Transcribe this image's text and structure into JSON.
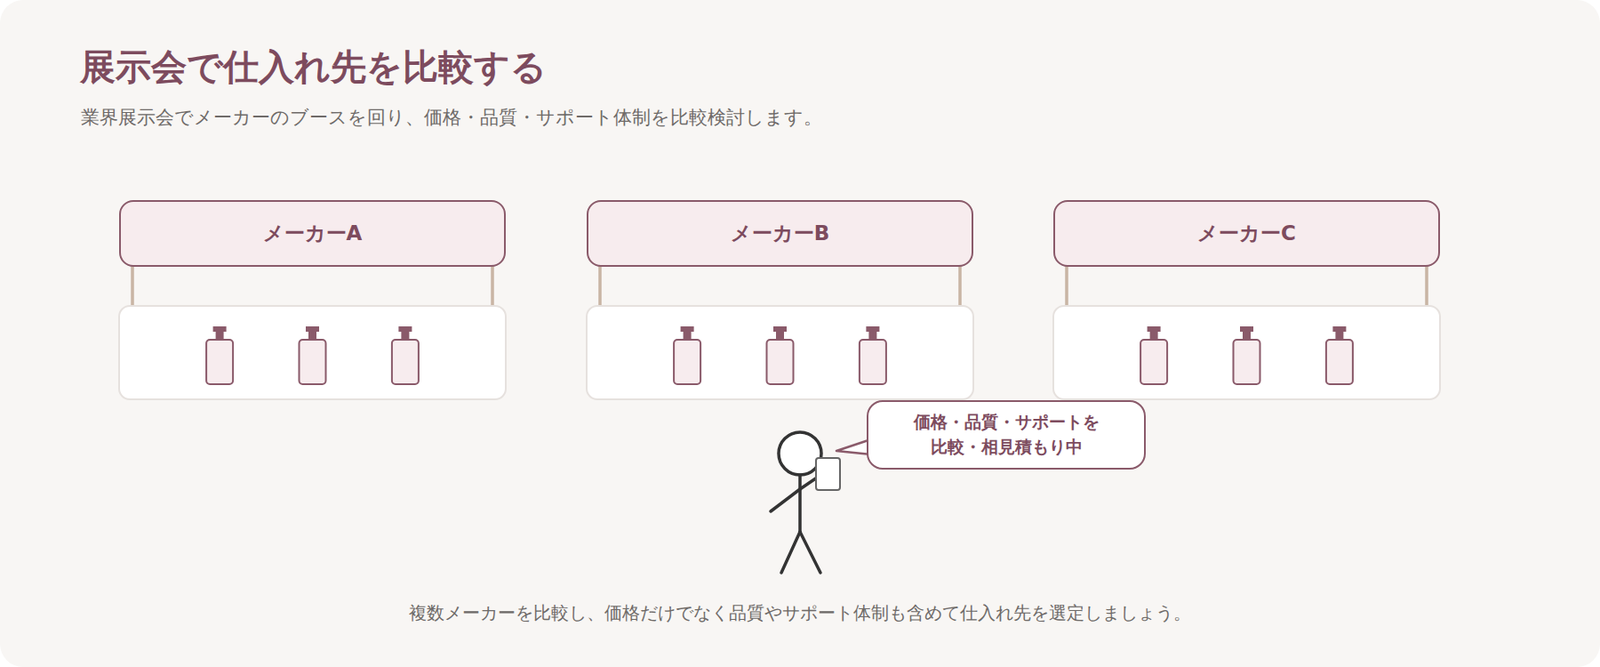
{
  "diagram": {
    "title": "展示会で仕入れ先を比較する",
    "caption": "複数メーカーを比較し、価格だけでなく品質やサポート体制も含めて仕入れ先を選定しましょう。",
    "nodes": [
      {
        "text": [
          "メーカーA"
        ]
      },
      {
        "text": [
          "メーカーB"
        ]
      },
      {
        "text": [
          "メーカーC"
        ]
      },
      {
        "text": [
          "価格・品質・サポートを 比較・相見積もり中"
        ]
      }
    ],
    "labels": [
      "業界展示会でメーカーのブースを回り、価格・品質・サポート体制を比較検討します。"
    ]
  }
}
